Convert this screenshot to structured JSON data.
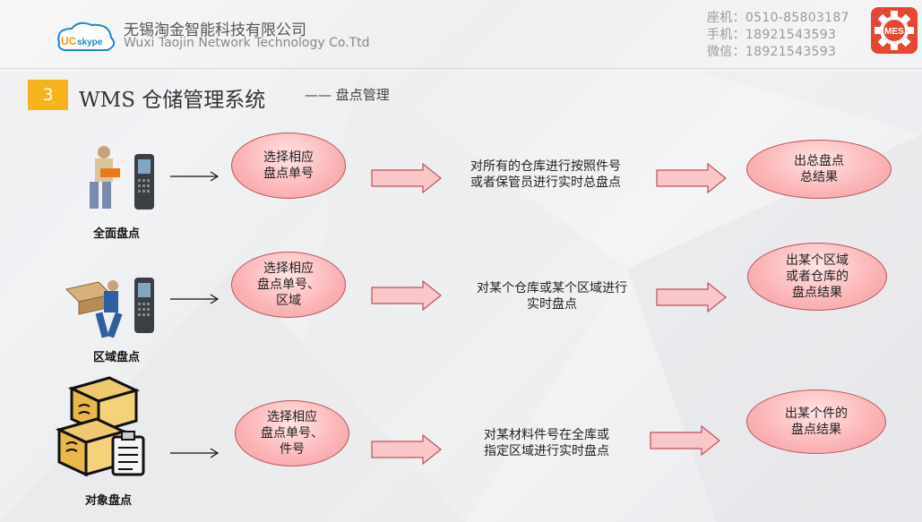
{
  "header": {
    "company_cn": "无锡淘金智能科技有限公司",
    "company_en": "Wuxi Taojin Network Technology Co.Ttd",
    "logo_text": "UCskype",
    "phone": "座机：0510-85803187",
    "mobile": "手机：18921543593",
    "wechat": "微信：18921543593",
    "mes_badge": "MES"
  },
  "section": {
    "number": "3",
    "title": "WMS 仓储管理系统",
    "subtitle": "—— 盘点管理"
  },
  "rows": [
    {
      "caption": "全面盘点",
      "step1": "选择相应\n盘点单号",
      "step2": "对所有的仓库进行按照件号\n或者保管员进行实时总盘点",
      "step3": "出总盘点\n总结果"
    },
    {
      "caption": "区域盘点",
      "step1": "选择相应\n盘点单号、\n区域",
      "step2": "对某个仓库或某个区域进行\n实时盘点",
      "step3": "出某个区域\n或者仓库的\n盘点结果"
    },
    {
      "caption": "对象盘点",
      "step1": "选择相应\n盘点单号、\n件号",
      "step2": "对某材料件号在全库或\n指定区域进行实时盘点",
      "step3": "出某个件的\n盘点结果"
    }
  ],
  "colors": {
    "accent": "#f6b31b",
    "ellipse_fill": "#fbb4b6",
    "arrow_fill": "#f9c7c8",
    "mes_red": "#e44830"
  }
}
